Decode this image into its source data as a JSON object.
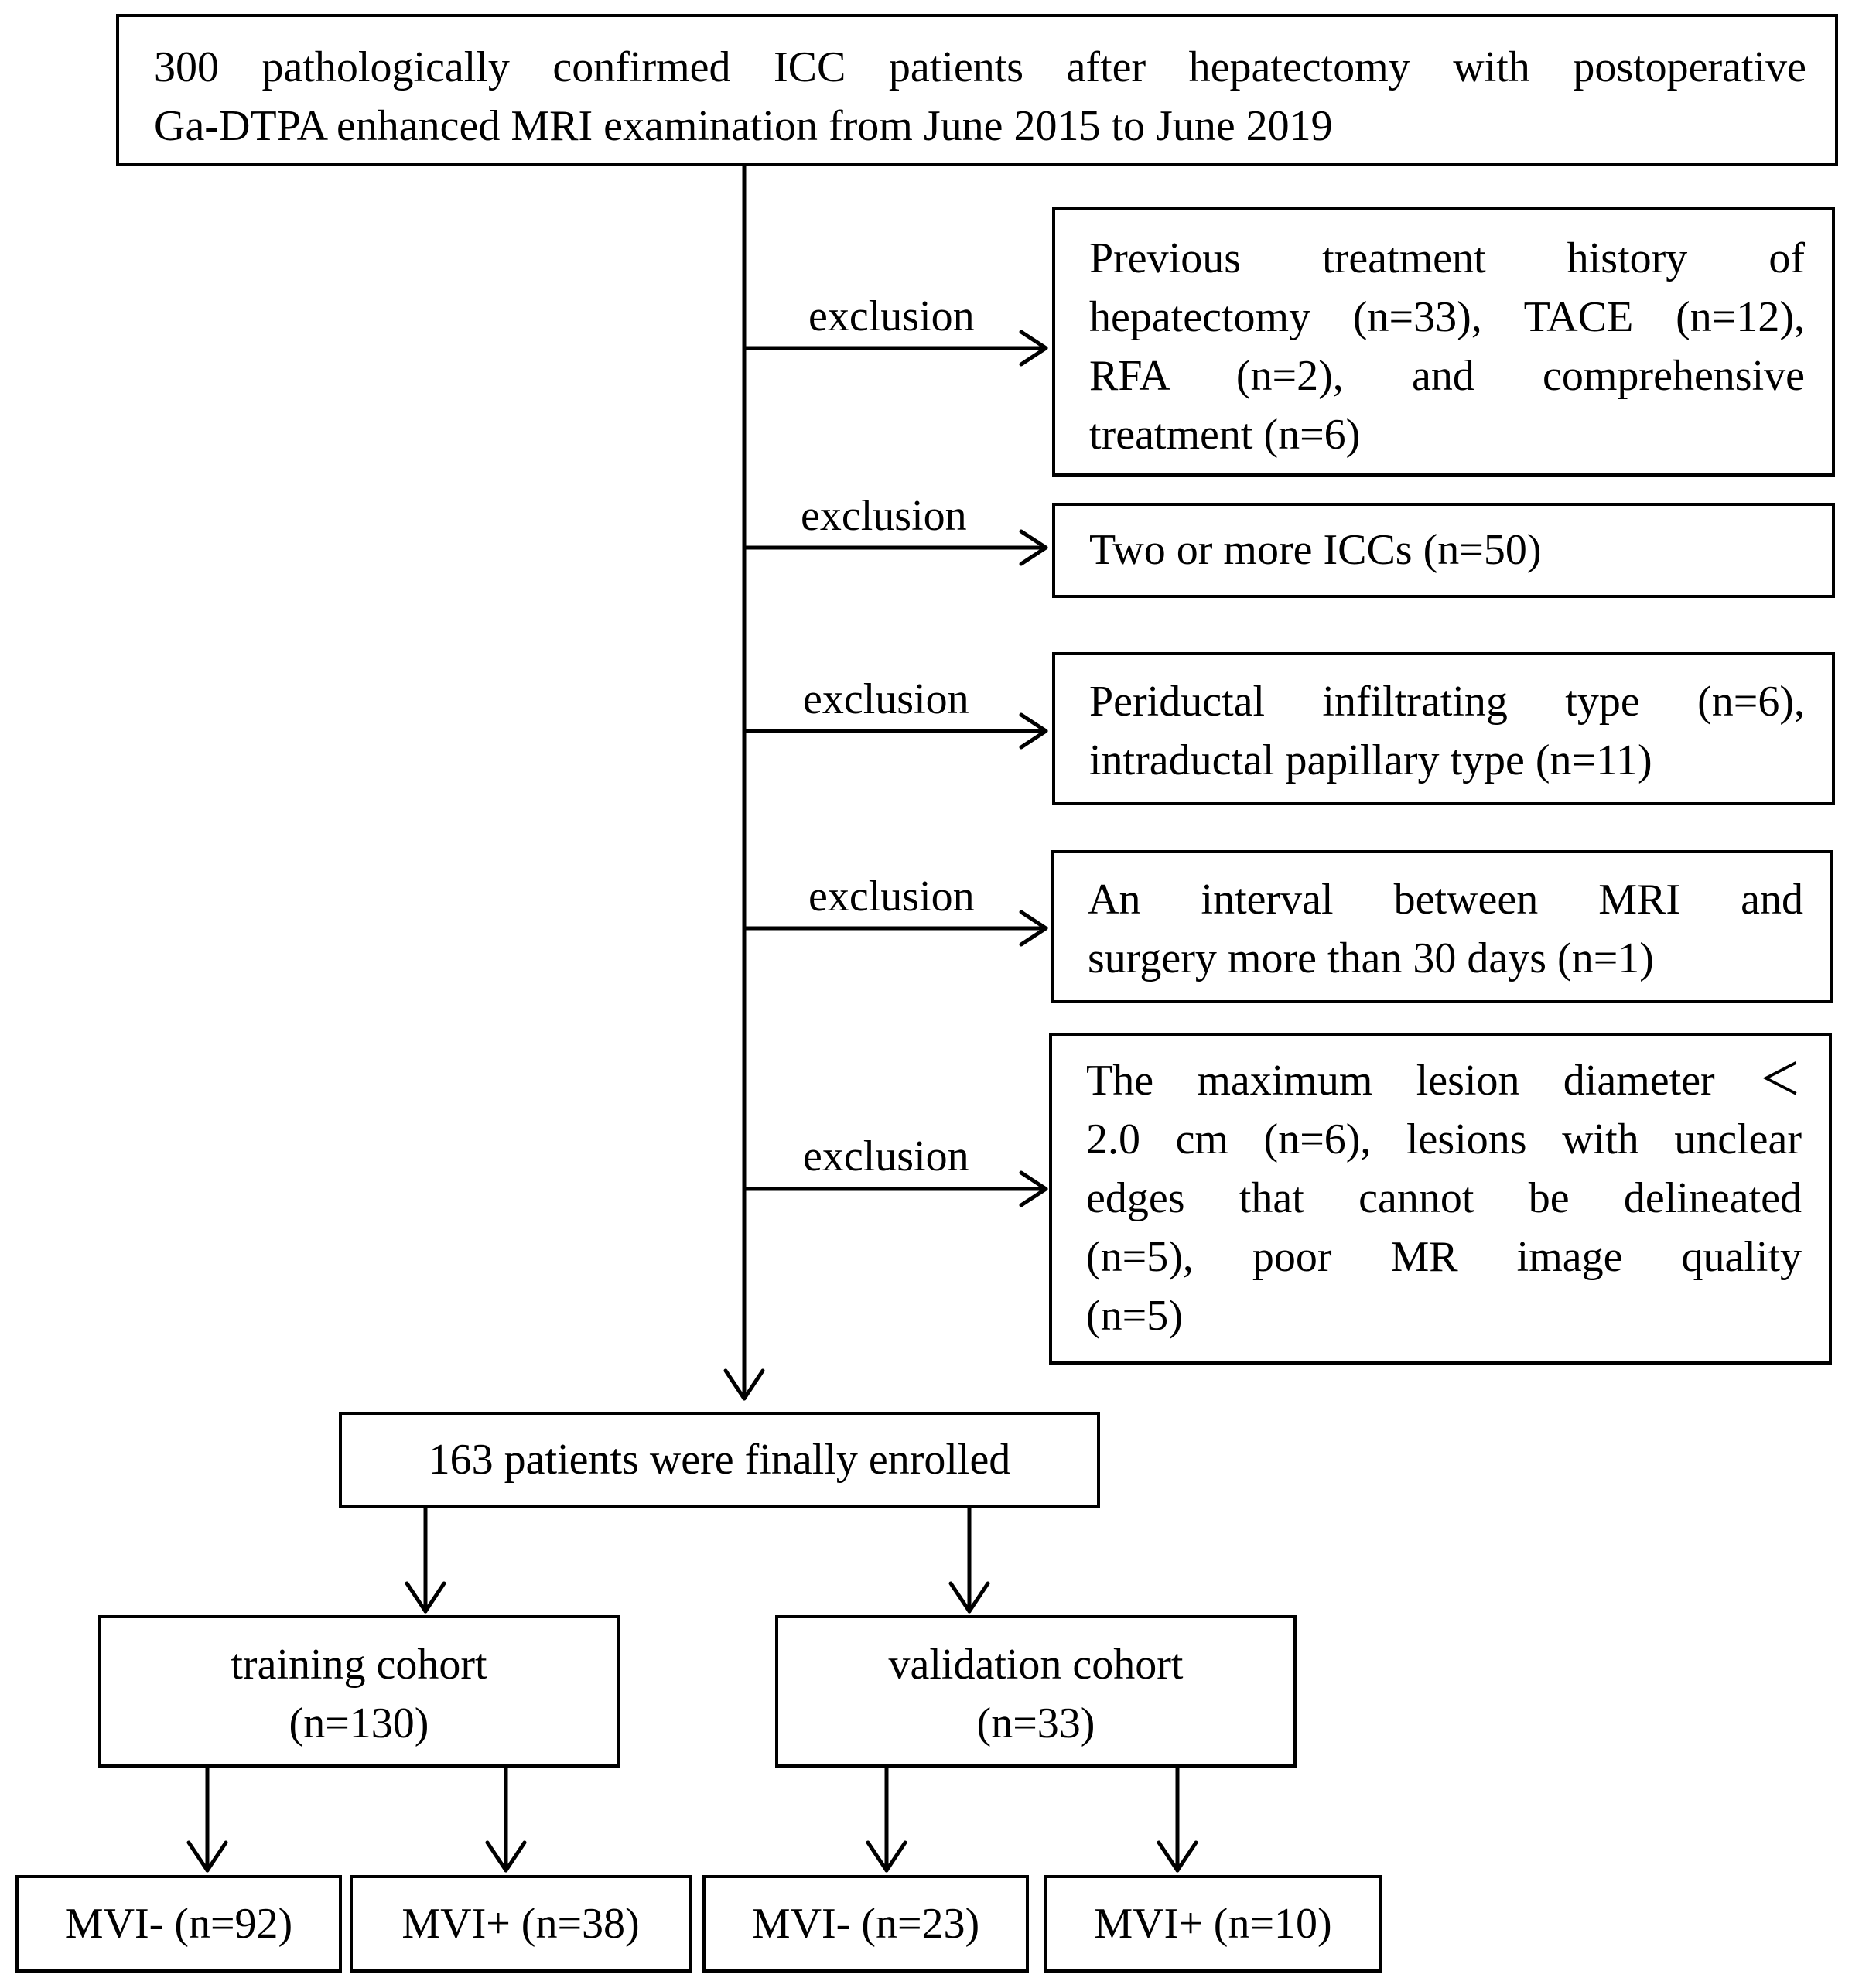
{
  "top_box": {
    "line1": "300 pathologically confirmed ICC patients after hepatectomy with postoperative",
    "line2": "Ga-DTPA enhanced MRI examination from June 2015 to June 2019"
  },
  "exclusions": [
    {
      "label": "exclusion",
      "lines": [
        "Previous treatment history of",
        "hepatectomy (n=33), TACE (n=12),",
        "RFA (n=2), and comprehensive",
        "treatment (n=6)"
      ]
    },
    {
      "label": "exclusion",
      "lines": [
        "Two or more ICCs (n=50)"
      ]
    },
    {
      "label": "exclusion",
      "lines": [
        "Periductal infiltrating type (n=6),",
        "intraductal papillary type (n=11)"
      ]
    },
    {
      "label": "exclusion",
      "lines": [
        "An interval between MRI and",
        "surgery more than 30 days (n=1)"
      ]
    },
    {
      "label": "exclusion",
      "lines": [
        "The maximum lesion diameter ＜",
        "2.0 cm (n=6), lesions with unclear",
        "edges that cannot be delineated",
        "(n=5), poor MR image quality",
        "(n=5)"
      ]
    }
  ],
  "enrolled": "163 patients were finally enrolled",
  "training": {
    "line1": "training cohort",
    "line2": "(n=130)"
  },
  "validation": {
    "line1": "validation cohort",
    "line2": "(n=33)"
  },
  "outcomes": [
    "MVI- (n=92)",
    "MVI+ (n=38)",
    "MVI- (n=23)",
    "MVI+ (n=10)"
  ]
}
